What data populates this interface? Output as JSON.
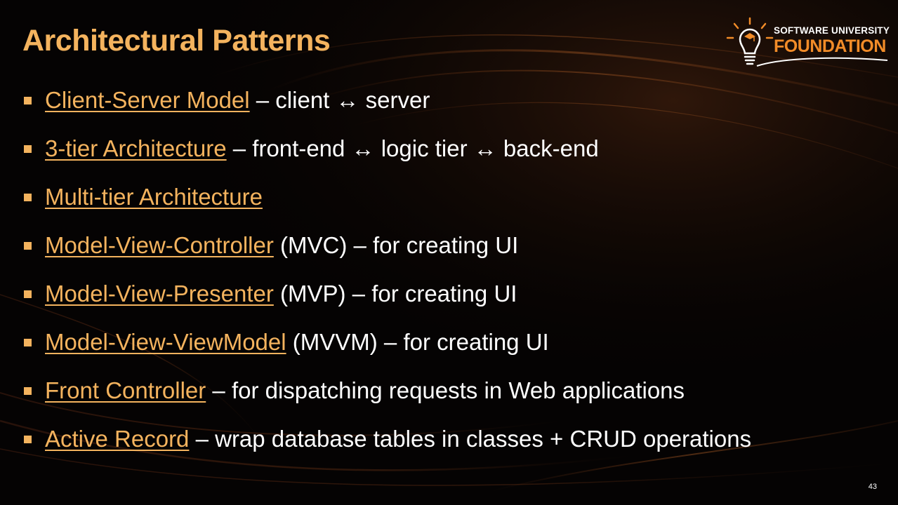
{
  "slide": {
    "title": "Architectural Patterns",
    "page_number": "43"
  },
  "logo": {
    "line1": "SOFTWARE UNIVERSITY",
    "line2": "FOUNDATION"
  },
  "bullets": [
    {
      "link": "Client-Server Model",
      "text": " – client ↔ server"
    },
    {
      "link": "3-tier Architecture",
      "text": " – front-end ↔  logic tier ↔ back-end"
    },
    {
      "link": "Multi-tier Architecture",
      "text": ""
    },
    {
      "link": "Model-View-Controller",
      "text": " (MVC) – for creating UI"
    },
    {
      "link": "Model-View-Presenter",
      "text": " (MVP) – for creating UI"
    },
    {
      "link": "Model-View-ViewModel",
      "text": " (MVVM) – for creating UI"
    },
    {
      "link": "Front Controller",
      "text": " – for dispatching requests in Web applications"
    },
    {
      "link": "Active Record",
      "text": " – wrap database tables in classes + CRUD operations"
    }
  ],
  "colors": {
    "accent": "#f4b35e",
    "logo_orange": "#f28c28",
    "text": "#ffffff",
    "background": "#050303"
  }
}
